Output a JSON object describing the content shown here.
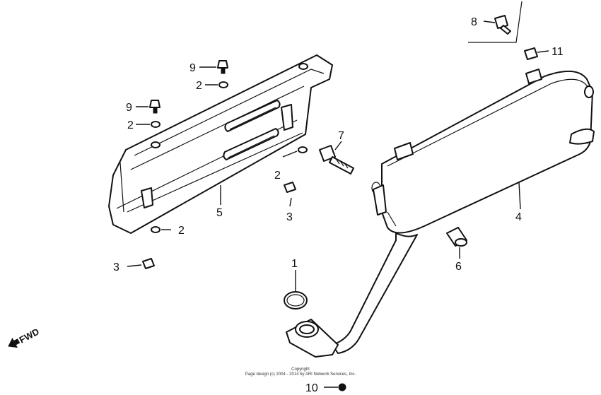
{
  "callouts": {
    "c1": "1",
    "c2a": "2",
    "c2b": "2",
    "c2c": "2",
    "c2d": "2",
    "c3a": "3",
    "c3b": "3",
    "c4": "4",
    "c5": "5",
    "c6": "6",
    "c7": "7",
    "c8": "8",
    "c9a": "9",
    "c9b": "9",
    "c10": "10",
    "c11": "11"
  },
  "fwd_label": "FWD",
  "copyright": {
    "line1": "Copyright",
    "line2": "Page design (c) 2004 - 2014 by ARI Network Services, Inc."
  }
}
